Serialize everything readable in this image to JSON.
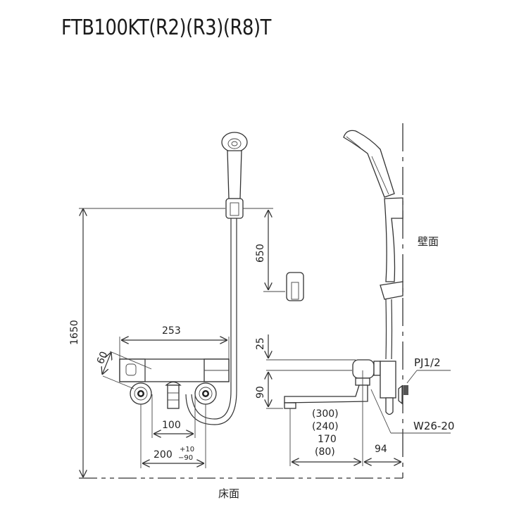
{
  "title": "FTB100KT(R2)(R3)(R8)T",
  "labels": {
    "wall": "壁面",
    "floor": "床面",
    "pipe_thread": "PJ1/2",
    "hose_thread": "W26-20"
  },
  "dimensions": {
    "total_height": "1650",
    "hook_height": "650",
    "body_width": "253",
    "body_depth": "60",
    "spout_top_offset": "25",
    "spout_height": "90",
    "inlet_spacing_inner": "100",
    "inlet_spacing": "200",
    "inlet_tol_plus": "+10",
    "inlet_tol_minus": "−90",
    "spout_length_1": "(300)",
    "spout_length_2": "(240)",
    "spout_length_3": "170",
    "spout_length_4": "(80)",
    "wall_offset": "94"
  }
}
